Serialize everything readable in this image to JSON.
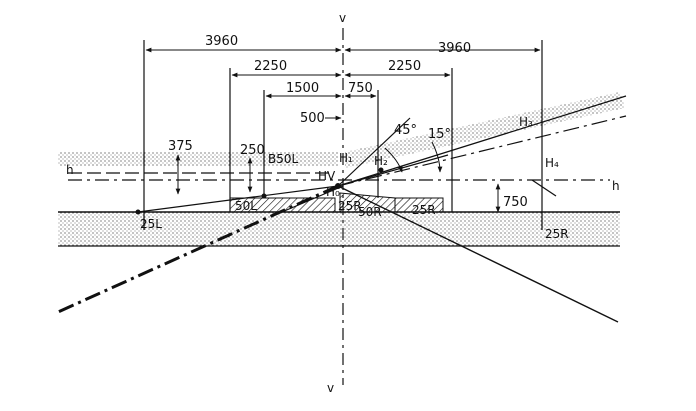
{
  "axes": {
    "v_top": "v",
    "v_bottom": "v",
    "h_left": "h",
    "h_right": "h"
  },
  "dimensions": {
    "d3960_left": "3960",
    "d3960_right": "3960",
    "d2250_left": "2250",
    "d2250_right": "2250",
    "d1500": "1500",
    "d750_top": "750",
    "d500": "500",
    "d375": "375",
    "d250": "250",
    "d750_side": "750"
  },
  "angles": {
    "a45": "45°",
    "a15": "15°"
  },
  "points": {
    "b50l": "B50L",
    "hv": "HV",
    "h1": "H₁",
    "h2": "H₂",
    "h3": "H₃",
    "h4": "H₄",
    "h0": "H₀",
    "p25l": "25L",
    "p50l": "50L",
    "p25r_center": "25R",
    "p50r": "50R",
    "p25r_box": "25R",
    "p25r_right": "25R"
  },
  "colors": {
    "ink": "#111111",
    "background": "#ffffff"
  }
}
